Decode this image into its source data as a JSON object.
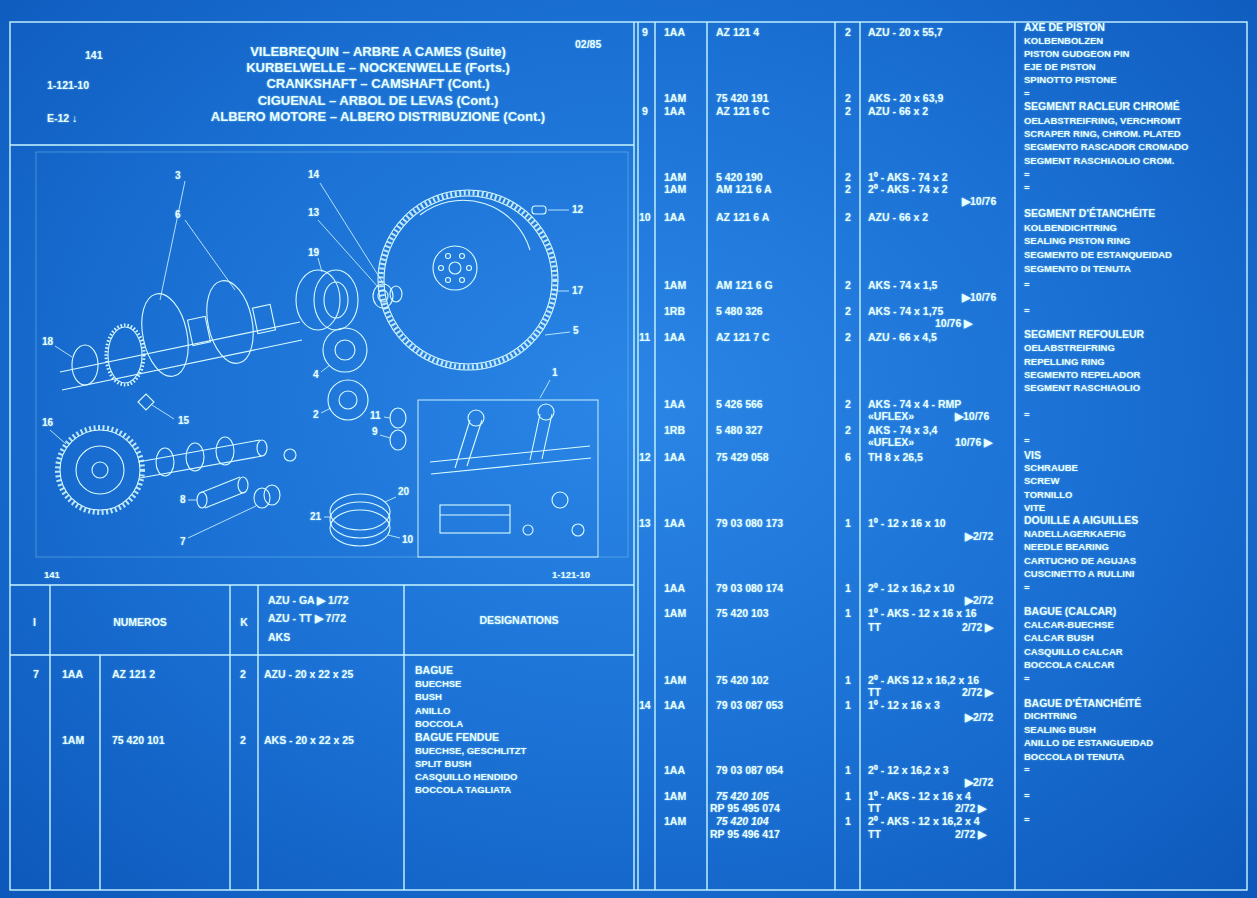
{
  "diagram": {
    "title": "VILEBREQUIN – ARBRE A CAMES (Suite)",
    "labels": [
      "141",
      "1-121-10",
      "E-12 ↓",
      "KURBELWELLE – NOCKENWELLE (Forts.)",
      "CRANKSHAFT – CAMSHAFT (Cont.)",
      "CIGUENAL – ARBOL DE LEVAS (Cont.)",
      "ALBERO MOTORE – ALBERO DISTRIBUZIONE (Cont.)",
      "02/85",
      "3",
      "14",
      "6",
      "13",
      "19",
      "12",
      "17",
      "5",
      "4",
      "1",
      "18",
      "2",
      "11",
      "9",
      "15",
      "16",
      "8",
      "20",
      "21",
      "7",
      "10",
      "141",
      "1-121-10",
      "I",
      "NUMEROS",
      "K",
      "AZU - GA ▶ 1/72",
      "AZU - TT ▶ 7/72",
      "AKS",
      "DESIGNATIONS",
      "7",
      "1AA",
      "AZ 121 2",
      "2",
      "AZU - 20 x 22 x 25",
      "BAGUE",
      "BUECHSE",
      "BUSH",
      "ANILLO",
      "BOCCOLA",
      "1AM",
      "75 420 101",
      "2",
      "AKS - 20 x 22 x 25",
      "BAGUE FENDUE",
      "BUECHSE, GESCHLITZT",
      "SPLIT BUSH",
      "CASQUILLO HENDIDO",
      "BOCCOLA TAGLIATA",
      "9",
      "1AA",
      "AZ 121 4",
      "2",
      "AZU - 20 x 55,7",
      "AXE DE PISTON",
      "KOLBENBOLZEN",
      "PISTON GUDGEON PIN",
      "EJE DE PISTON",
      "SPINOTTO PISTONE",
      "=",
      "1AM",
      "75 420 191",
      "2",
      "AKS - 20 x 63,9",
      "9",
      "1AA",
      "AZ 121 6 C",
      "2",
      "AZU - 66 x 2",
      "SEGMENT RACLEUR CHROMÉ",
      "OELABSTREIFRING, VERCHROMT",
      "SCRAPER RING, CHROM. PLATED",
      "SEGMENTO RASCADOR CROMADO",
      "SEGMENT RASCHIAOLIO CROM.",
      "=",
      "1AM",
      "5 420 190",
      "2",
      "1⁰ - AKS - 74 x 2",
      "1AM",
      "AM 121 6 A",
      "2",
      "2⁰ - AKS - 74 x 2",
      "▶10/76",
      "=",
      "10",
      "1AA",
      "AZ 121 6 A",
      "2",
      "AZU - 66 x 2",
      "SEGMENT D'ÉTANCHÉITE",
      "KOLBENDICHTRING",
      "SEALING PISTON RING",
      "SEGMENTO DE ESTANQUEIDAD",
      "SEGMENTO DI TENUTA",
      "1AM",
      "AM 121 6 G",
      "2",
      "AKS - 74 x 1,5",
      "▶10/76",
      "=",
      "1RB",
      "5 480 326",
      "2",
      "AKS - 74 x 1,75",
      "10/76 ▶",
      "=",
      "11",
      "1AA",
      "AZ 121 7 C",
      "2",
      "AZU - 66 x 4,5",
      "SEGMENT REFOULEUR",
      "OELABSTREIFRING",
      "REPELLING RING",
      "SEGMENTO REPELADOR",
      "SEGMENT RASCHIAOLIO",
      "1AA",
      "5 426 566",
      "2",
      "AKS - 74 x 4 - RMP",
      "«UFLEX»",
      "▶10/76",
      "=",
      "1RB",
      "5 480 327",
      "2",
      "AKS - 74 x 3,4",
      "«UFLEX»",
      "10/76 ▶",
      "=",
      "12",
      "1AA",
      "75 429 058",
      "6",
      "TH 8 x 26,5",
      "VIS",
      "SCHRAUBE",
      "SCREW",
      "TORNILLO",
      "VITE",
      "13",
      "1AA",
      "79 03 080 173",
      "1",
      "1⁰ - 12 x 16 x 10",
      "▶2/72",
      "DOUILLE A AIGUILLES",
      "NADELLAGERKAEFIG",
      "NEEDLE BEARING",
      "CARTUCHO DE AGUJAS",
      "CUSCINETTO A RULLINI",
      "1AA",
      "79 03 080 174",
      "1",
      "2⁰ - 12 x 16,2 x 10",
      "▶2/72",
      "=",
      "1AM",
      "75 420 103",
      "1",
      "1⁰ - AKS - 12 x 16 x 16",
      "TT",
      "2/72 ▶",
      "BAGUE (CALCAR)",
      "CALCAR-BUECHSE",
      "CALCAR BUSH",
      "CASQUILLO CALCAR",
      "BOCCOLA CALCAR",
      "1AM",
      "75 420 102",
      "1",
      "2⁰ - AKS 12 x 16,2 x 16",
      "TT",
      "2/72 ▶",
      "=",
      "14",
      "1AA",
      "79 03 087 053",
      "1",
      "1⁰ - 12 x 16 x 3",
      "▶2/72",
      "BAGUE D'ÉTANCHÉITÉ",
      "DICHTRING",
      "SEALING BUSH",
      "ANILLO DE ESTANGUEIDAD",
      "BOCCOLA DI TENUTA",
      "1AA",
      "79 03 087 054",
      "1",
      "2⁰ - 12 x 16,2 x 3",
      "▶2/72",
      "=",
      "1AM",
      "75 420 105",
      "RP 95 495 074",
      "1",
      "1⁰ - AKS - 12 x 16 x 4",
      "TT",
      "2/72 ▶",
      "=",
      "1AM",
      "75 420 104",
      "RP 95 496 417",
      "1",
      "2⁰ - AKS - 12 x 16,2 x 4",
      "TT",
      "2/72 ▶",
      "="
    ]
  }
}
